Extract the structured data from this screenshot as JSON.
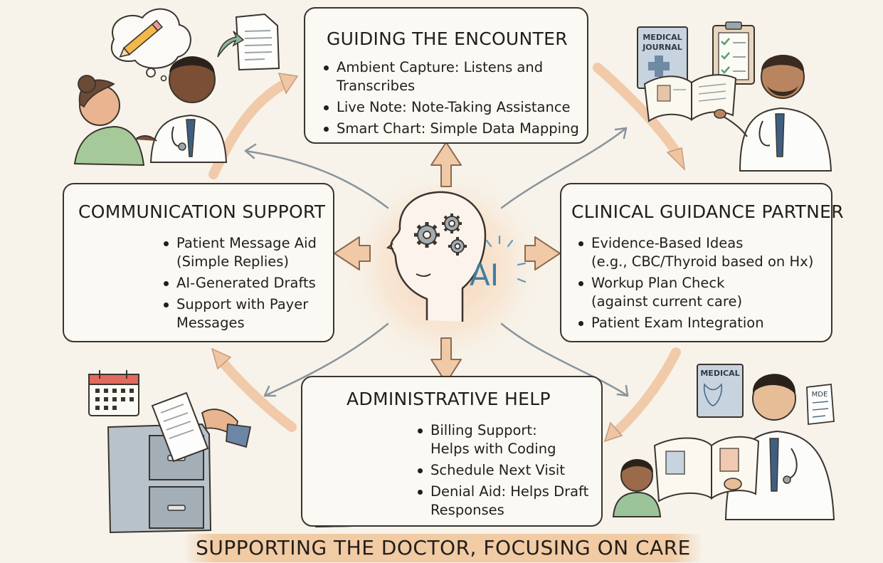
{
  "center": {
    "ai_label": "AI"
  },
  "guiding": {
    "title": "GUIDING THE ENCOUNTER",
    "items": [
      {
        "line1": "Ambient Capture: Listens and",
        "line2": "Transcribes"
      },
      {
        "line1": "Live Note: Note-Taking Assistance",
        "line2": ""
      },
      {
        "line1": "Smart Chart: Simple Data Mapping",
        "line2": ""
      }
    ]
  },
  "communication": {
    "title": "COMMUNICATION SUPPORT",
    "items": [
      {
        "line1": "Patient Message Aid",
        "line2": "(Simple Replies)"
      },
      {
        "line1": "AI-Generated Drafts",
        "line2": ""
      },
      {
        "line1": "Support with Payer",
        "line2": "Messages"
      }
    ]
  },
  "clinical": {
    "title": "CLINICAL GUIDANCE PARTNER",
    "items": [
      {
        "line1": "Evidence-Based Ideas",
        "line2": "(e.g., CBC/Thyroid based on Hx)"
      },
      {
        "line1": "Workup Plan Check",
        "line2": "(against current care)"
      },
      {
        "line1": "Patient Exam Integration",
        "line2": ""
      }
    ]
  },
  "administrative": {
    "title": "ADMINISTRATIVE HELP",
    "items": [
      {
        "line1": "Billing Support:",
        "line2": "Helps with Coding"
      },
      {
        "line1": "Schedule Next Visit",
        "line2": ""
      },
      {
        "line1": "Denial Aid: Helps Draft",
        "line2": "Responses"
      }
    ]
  },
  "illustrations": {
    "journal_top": [
      "MEDICAL",
      "JOURNAL"
    ],
    "journal_bottom": "MEDICAL",
    "chart_bottom": "MDE"
  },
  "footer": {
    "text": "SUPPORTING THE DOCTOR, FOCUSING ON CARE"
  },
  "colors": {
    "accent_peach": "#efbf98",
    "line_dark": "#3a342e",
    "ai_blue": "#3f7fa3",
    "gear_gray": "#8a949c"
  }
}
